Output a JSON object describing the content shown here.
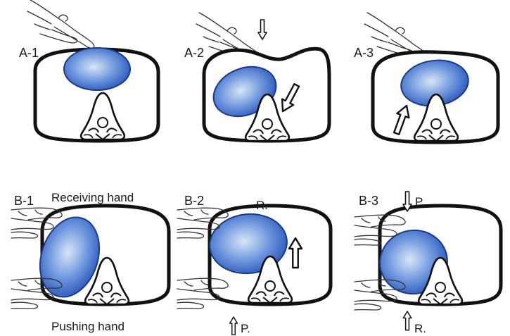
{
  "colors": {
    "outline": "#111111",
    "organ_center": "#d8e6f7",
    "organ_mid": "#6f97de",
    "organ_edge": "#2a55b8",
    "hand_stroke": "#333333"
  },
  "panels": {
    "a1": {
      "label": "A-1"
    },
    "a2": {
      "label": "A-2"
    },
    "a3": {
      "label": "A-3"
    },
    "b1": {
      "label": "B-1"
    },
    "b2": {
      "label": "B-2"
    },
    "b3": {
      "label": "B-3"
    }
  },
  "labels": {
    "receiving_hand": "Receiving hand",
    "pushing_hand": "Pushing hand",
    "b2_receiving": "R.",
    "b2_pushing": "P.",
    "b3_pushing": "P.",
    "b3_receiving": "R."
  },
  "icons": {
    "hand": "hand-icon",
    "arrow": "hollow-arrow-icon",
    "vertebra": "vertebra-icon"
  }
}
